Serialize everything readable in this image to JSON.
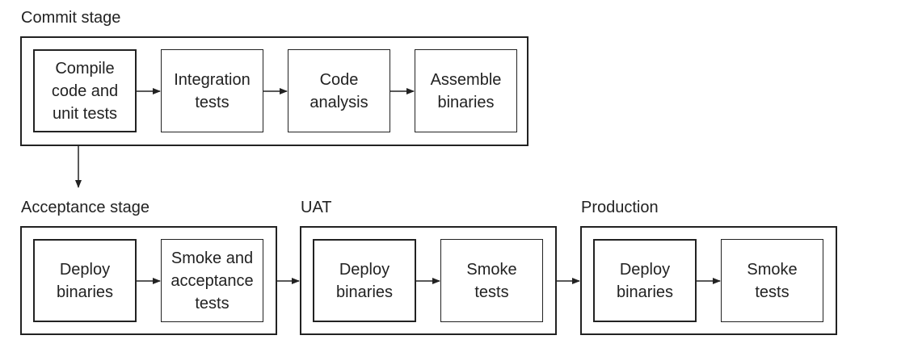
{
  "stages": [
    {
      "name": "commit",
      "label": "Commit stage",
      "steps": [
        "Compile\ncode and\nunit tests",
        "Integration\ntests",
        "Code\nanalysis",
        "Assemble\nbinaries"
      ]
    },
    {
      "name": "acceptance",
      "label": "Acceptance stage",
      "steps": [
        "Deploy\nbinaries",
        "Smoke and\nacceptance\ntests"
      ]
    },
    {
      "name": "uat",
      "label": "UAT",
      "steps": [
        "Deploy\nbinaries",
        "Smoke\ntests"
      ]
    },
    {
      "name": "production",
      "label": "Production",
      "steps": [
        "Deploy\nbinaries",
        "Smoke\ntests"
      ]
    }
  ],
  "colors": {
    "line": "#222222",
    "text": "#222222",
    "background": "#ffffff"
  }
}
